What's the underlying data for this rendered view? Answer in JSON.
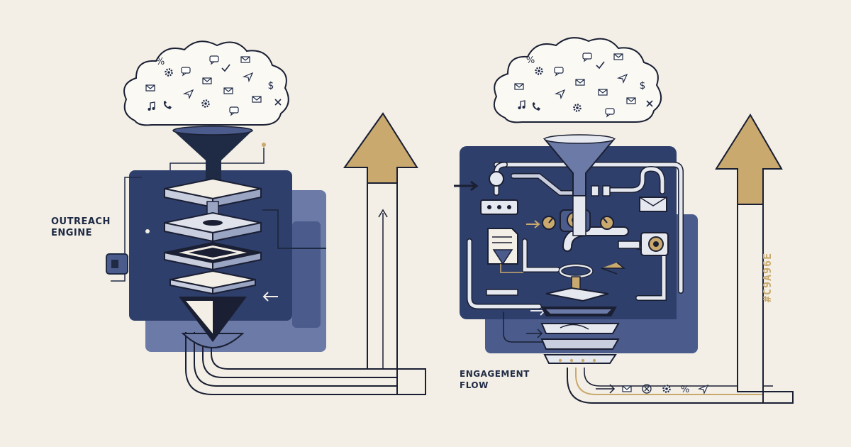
{
  "labels": {
    "outreach": {
      "line1": "OUTREACH",
      "line2": "ENGINE"
    },
    "engagement": {
      "line1": "ENGAGEMENT",
      "line2": "FLOW"
    },
    "hex_code": "#C9A96E"
  },
  "icons": {
    "cloud_left": [
      "envelope-icon",
      "music-note-icon",
      "dollar-icon",
      "send-icon",
      "gear-icon",
      "percent-icon",
      "phone-icon",
      "chat-icon",
      "check-icon"
    ],
    "cloud_right": [
      "envelope-icon",
      "music-note-icon",
      "dollar-icon",
      "send-icon",
      "gear-icon",
      "percent-icon",
      "phone-icon",
      "chat-icon",
      "check-icon"
    ],
    "output_row": [
      "envelope-icon",
      "close-circle-icon",
      "gear-icon",
      "percent-icon",
      "send-icon"
    ]
  },
  "colors": {
    "background": "#f3efe6",
    "navy": "#2f3f6b",
    "navy_dark": "#1f2a44",
    "slate": "#4a5b8c",
    "slate_light": "#6b7aa6",
    "gold": "#c9a96e",
    "ink": "#1a1f33"
  }
}
